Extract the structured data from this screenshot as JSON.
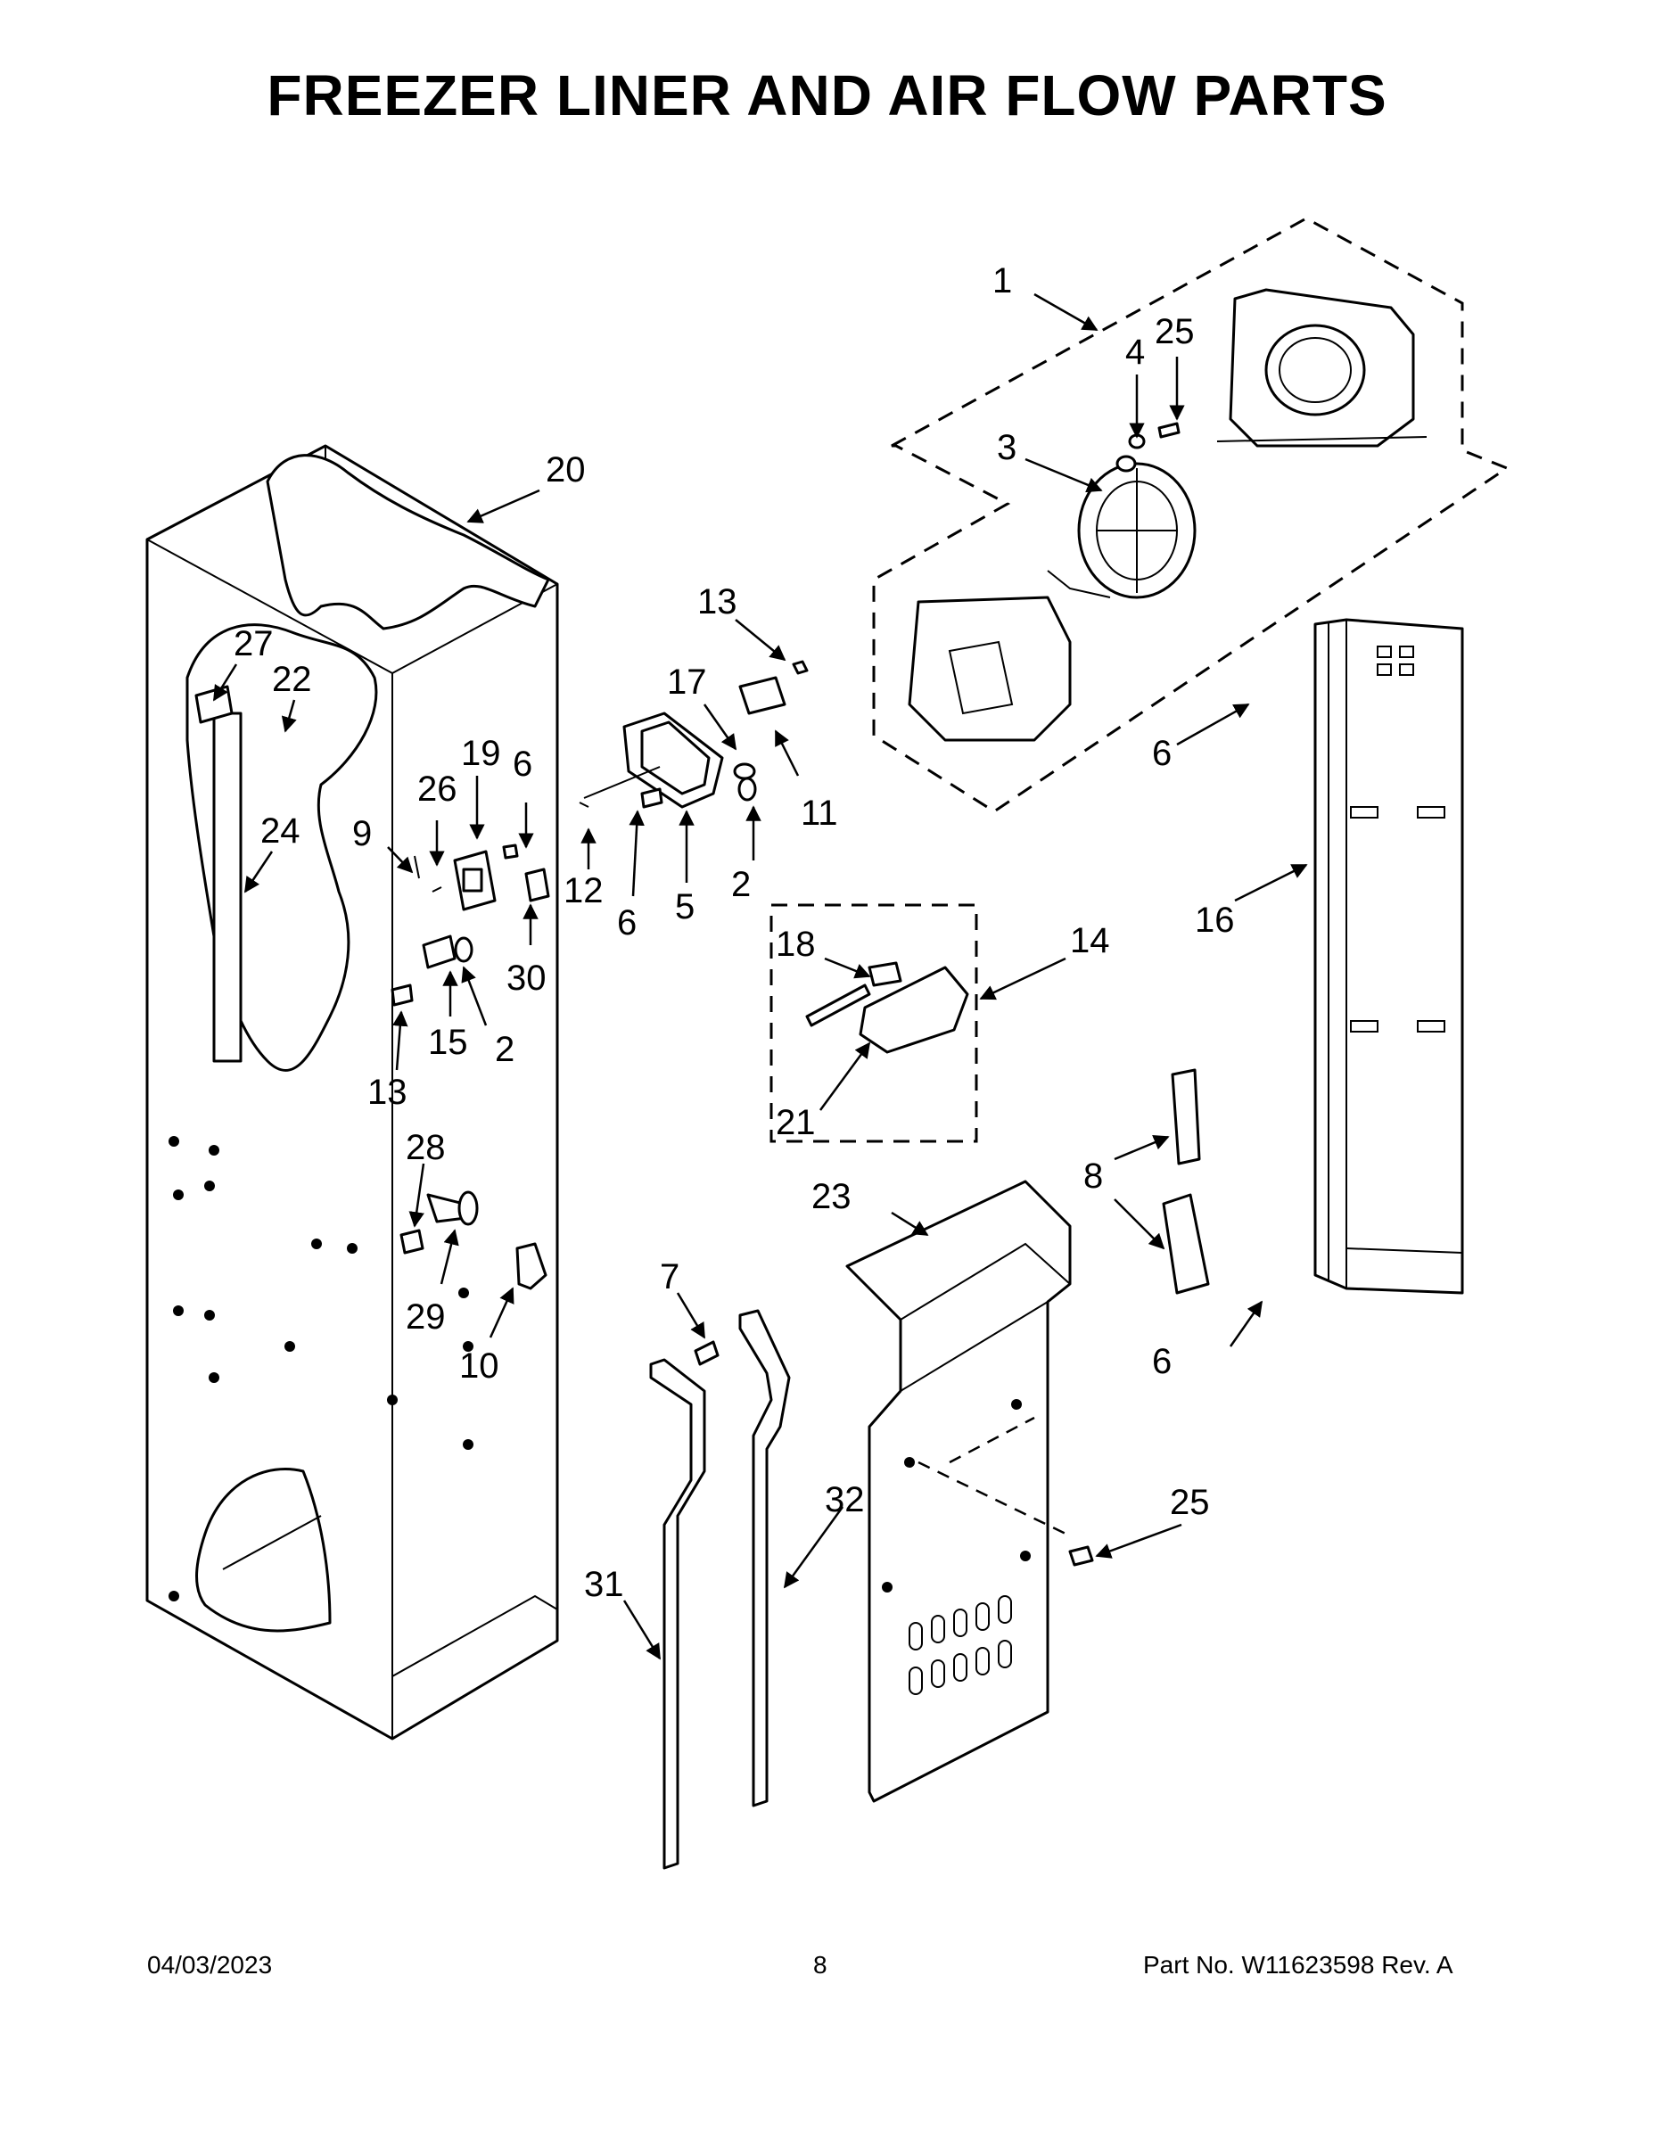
{
  "title": "FREEZER LINER AND AIR FLOW PARTS",
  "footer": {
    "date": "04/03/2023",
    "page": "8",
    "part_no": "Part No.  W11623598  Rev.  A"
  },
  "callouts": [
    "1",
    "25",
    "4",
    "3",
    "20",
    "13",
    "17",
    "27",
    "22",
    "19",
    "6",
    "26",
    "9",
    "24",
    "12",
    "6",
    "5",
    "2",
    "11",
    "6",
    "18",
    "14",
    "16",
    "30",
    "2",
    "15",
    "13",
    "21",
    "28",
    "8",
    "23",
    "7",
    "29",
    "10",
    "6",
    "25",
    "32",
    "31"
  ]
}
